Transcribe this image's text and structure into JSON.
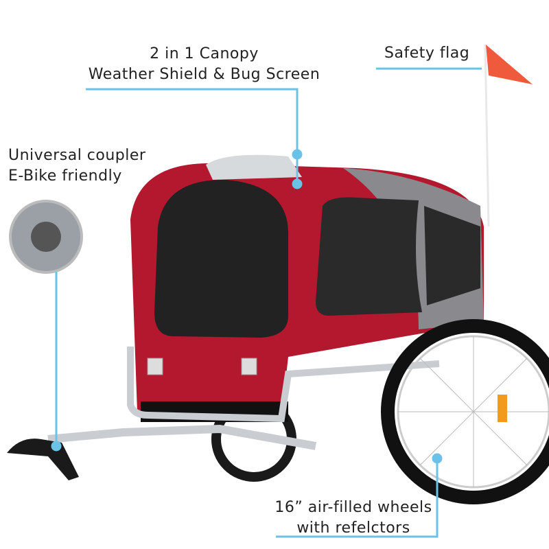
{
  "callouts": {
    "canopy": {
      "line1": "2 in 1 Canopy",
      "line2": "Weather Shield  & Bug Screen"
    },
    "flag": {
      "text": "Safety flag"
    },
    "coupler": {
      "line1": "Universal coupler",
      "line2": "E-Bike friendly"
    },
    "wheels": {
      "line1": "16” air-filled wheels",
      "line2": "with refelctors"
    }
  },
  "colors": {
    "callout_line": "#6ac3e6",
    "body": "#b3182e",
    "panel": "#8a8a8e",
    "frame": "#c9cdd2",
    "flag": "#f05a3c"
  }
}
